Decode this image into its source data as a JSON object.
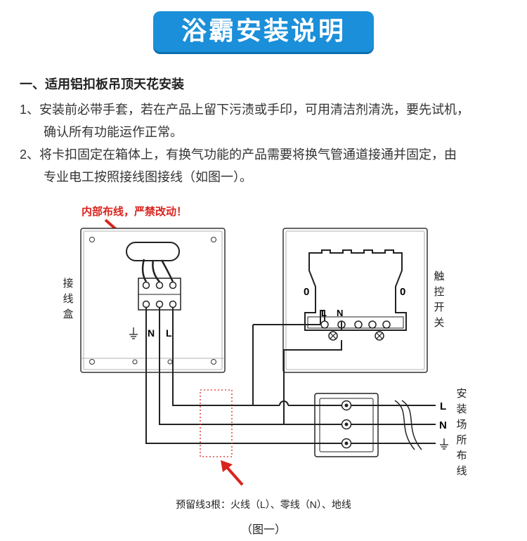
{
  "header": {
    "title": "浴霸安装说明"
  },
  "section1": {
    "title": "一、适用铝扣板吊顶天花安装",
    "item1_line1": "1、安装前必带手套，若在产品上留下污渍或手印，可用清洁剂清洗，要先试机，",
    "item1_line2": "确认所有功能运作正常。",
    "item2_line1": "2、将卡扣固定在箱体上，有换气功能的产品需要将换气管通道接通并固定，由",
    "item2_line2": "专业电工按照接线图接线（如图一）。"
  },
  "diagram": {
    "warning": "内部布线，严禁改动！",
    "junction_box_label": [
      "接",
      "线",
      "盒"
    ],
    "touch_switch_label": [
      "触",
      "控",
      "开",
      "关"
    ],
    "site_wiring_label": [
      "安",
      "装",
      "场",
      "所",
      "布",
      "线"
    ],
    "terminal_labels": {
      "ground": "⏚",
      "n": "N",
      "l": "L"
    },
    "switch_labels": {
      "l": "L",
      "n": "N",
      "zero_left": "0",
      "zero_right": "0"
    },
    "line_labels": {
      "l": "L",
      "n": "N",
      "ground": "⏚"
    },
    "caption": "预留线3根：火线（L）、零线（N）、地线",
    "figure_label": "（图一）",
    "colors": {
      "warning": "#d9241e",
      "banner": "#1b8fd9"
    }
  }
}
